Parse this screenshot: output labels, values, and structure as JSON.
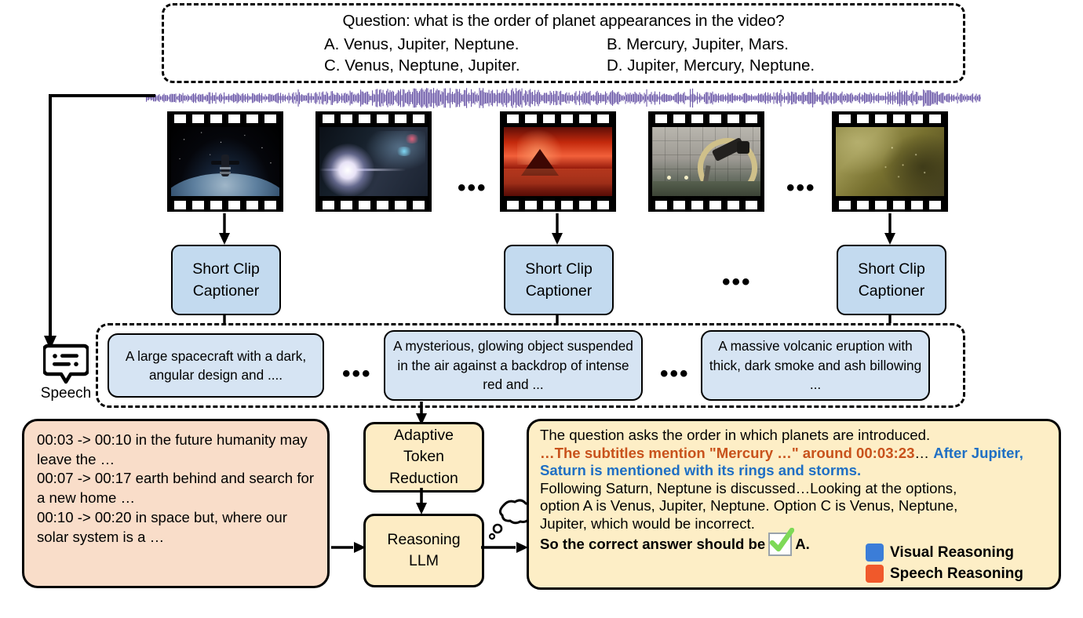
{
  "question": {
    "title": "Question: what is the order of planet appearances in the video?",
    "options": [
      {
        "key": "A",
        "text": "A. Venus, Jupiter, Neptune."
      },
      {
        "key": "B",
        "text": "B. Mercury, Jupiter, Mars."
      },
      {
        "key": "C",
        "text": "C. Venus, Neptune, Jupiter."
      },
      {
        "key": "D",
        "text": "D. Jupiter, Mercury, Neptune."
      }
    ]
  },
  "speech": {
    "label": "Speech",
    "icon": "speech-bubble-icon"
  },
  "waveform": {
    "color": "#6d5aa9",
    "name": "audio-waveform"
  },
  "frames": [
    {
      "name": "frame-spacecraft-earth",
      "scene": "spacecraft over earth in space"
    },
    {
      "name": "frame-light-flare",
      "scene": "bright glowing light flare"
    },
    {
      "name": "frame-volcano-red",
      "scene": "red volcanic eruption"
    },
    {
      "name": "frame-telescope-dome",
      "scene": "telescope inside observatory dome"
    },
    {
      "name": "frame-dust-haze",
      "scene": "olive dust and haze"
    }
  ],
  "captioners": [
    {
      "line1": "Short Clip",
      "line2": "Captioner"
    },
    {
      "line1": "Short Clip",
      "line2": "Captioner"
    },
    {
      "line1": "Short Clip",
      "line2": "Captioner"
    }
  ],
  "captions": [
    "A large spacecraft with a dark, angular design and ....",
    "A mysterious, glowing object suspended in the air against a backdrop of intense red and ...",
    "A massive volcanic eruption with thick, dark smoke and ash billowing ..."
  ],
  "ellipsis": "•••",
  "transcript": {
    "lines": [
      "00:03 -> 00:10 in the future humanity may leave the …",
      "00:07 -> 00:17 earth behind and search for a new home …",
      "00:10 -> 00:20 in space but, where our solar system is a …"
    ]
  },
  "modules": {
    "adaptive_token_reduction": {
      "l1": "Adaptive",
      "l2": "Token",
      "l3": "Reduction"
    },
    "reasoning_llm": {
      "l1": "Reasoning",
      "l2": "LLM"
    }
  },
  "answer": {
    "line1": "The question asks the order in which planets are introduced.",
    "speech_highlight": "…The subtitles mention \"Mercury …\" around 00:03:23",
    "speech_tail": "…",
    "visual_highlight": "After Jupiter, Saturn is mentioned with its rings and storms.",
    "line3": "Following Saturn, Neptune is discussed…Looking at the options,",
    "line4": "option A is Venus, Jupiter, Neptune. Option C is Venus, Neptune,",
    "line5": "Jupiter, which would be incorrect.",
    "final_prefix": "So the correct answer should be",
    "final_answer": "A."
  },
  "legend": [
    {
      "label": "Visual Reasoning",
      "color": "#3b7dd8"
    },
    {
      "label": "Speech Reasoning",
      "color": "#f0592b"
    }
  ],
  "colors": {
    "caption_blue": "#d6e4f3",
    "captioner_blue": "#c3daef",
    "transcript_peach": "#f9ddc9",
    "module_yellow": "#fdecc4",
    "answer_yellow": "#fdeec6",
    "speech_orange": "#c8521c",
    "visual_blue": "#1f6fc4",
    "check_green": "#7ed957"
  }
}
